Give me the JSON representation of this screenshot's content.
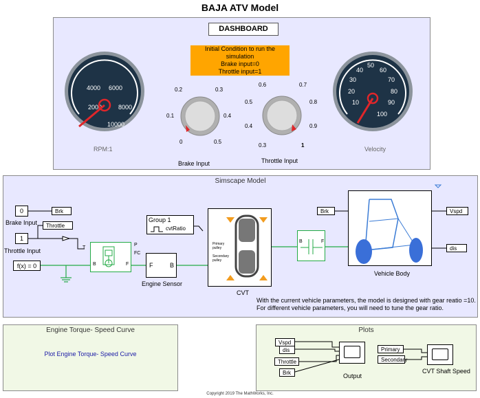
{
  "model_title": "BAJA ATV Model",
  "dashboard": {
    "title": "DASHBOARD",
    "note_lines": [
      "Initial Condition to run the simulation",
      "Brake input=0",
      "Throttle input=1"
    ],
    "rpm_gauge": {
      "ticks": [
        "2000",
        "4000",
        "6000",
        "8000",
        "10000"
      ],
      "label": "RPM:1"
    },
    "brake_knob": {
      "ticks": [
        "0",
        "0.1",
        "0.2",
        "0.3",
        "0.4",
        "0.5"
      ],
      "label": "Brake Input"
    },
    "throttle_knob": {
      "ticks": [
        "0.3",
        "0.4",
        "0.5",
        "0.6",
        "0.7",
        "0.8",
        "0.9",
        "1"
      ],
      "label": "Throttle Input"
    },
    "velocity_gauge": {
      "ticks": [
        "10",
        "20",
        "30",
        "40",
        "50",
        "60",
        "70",
        "80",
        "90",
        "100"
      ],
      "label": "Velocity"
    }
  },
  "simscape": {
    "title": "Simscape Model",
    "brake_const_value": "0",
    "brake_const_label": "Brake Input",
    "throttle_const_value": "1",
    "throttle_const_label": "Throttle Input",
    "brk_tag": "Brk",
    "throttle_tag": "Throttle",
    "solver_label": "f(x) = 0",
    "engine_ports": [
      "T",
      "P",
      "FC",
      "B",
      "F"
    ],
    "sensor_ports": [
      "F",
      "B"
    ],
    "sensor_label": "Engine Sensor",
    "group_title": "Group 1",
    "group_signal": "cvtRatio",
    "cvt_primary": "Primary pulley",
    "cvt_secondary": "Secondary pulley",
    "cvt_label": "CVT",
    "clutch_ports": [
      "B",
      "F"
    ],
    "vehicle_in_tag": "Brk",
    "vehicle_label": "Vehicle Body",
    "vspd_tag": "Vspd",
    "dis_tag": "dis",
    "gear_note": "With the current vehicle parameters, the model is designed with gear reatio =10.",
    "gear_note2": "For different vehicle parameters, you will need to tune the gear ratio."
  },
  "torque_panel": {
    "title": "Engine Torque- Speed Curve",
    "link": "Plot Engine Torque- Speed Curve"
  },
  "plots_panel": {
    "title": "Plots",
    "output_inputs": [
      "Vspd",
      "dis",
      "Throttle",
      "Brk"
    ],
    "output_label": "Output",
    "cvt_inputs": [
      "Primary",
      "Secondary"
    ],
    "cvt_scope_label": "CVT Shaft Speed"
  },
  "copyright": "Copyright 2019 The MathWorks, Inc.",
  "colors": {
    "area_fill": "#e8e8ff",
    "green_area": "#f1f8e6",
    "physical_line": "#22aa44",
    "note_bg": "#ffa500",
    "gauge_face": "#1e3346",
    "needle": "#e0262a"
  }
}
